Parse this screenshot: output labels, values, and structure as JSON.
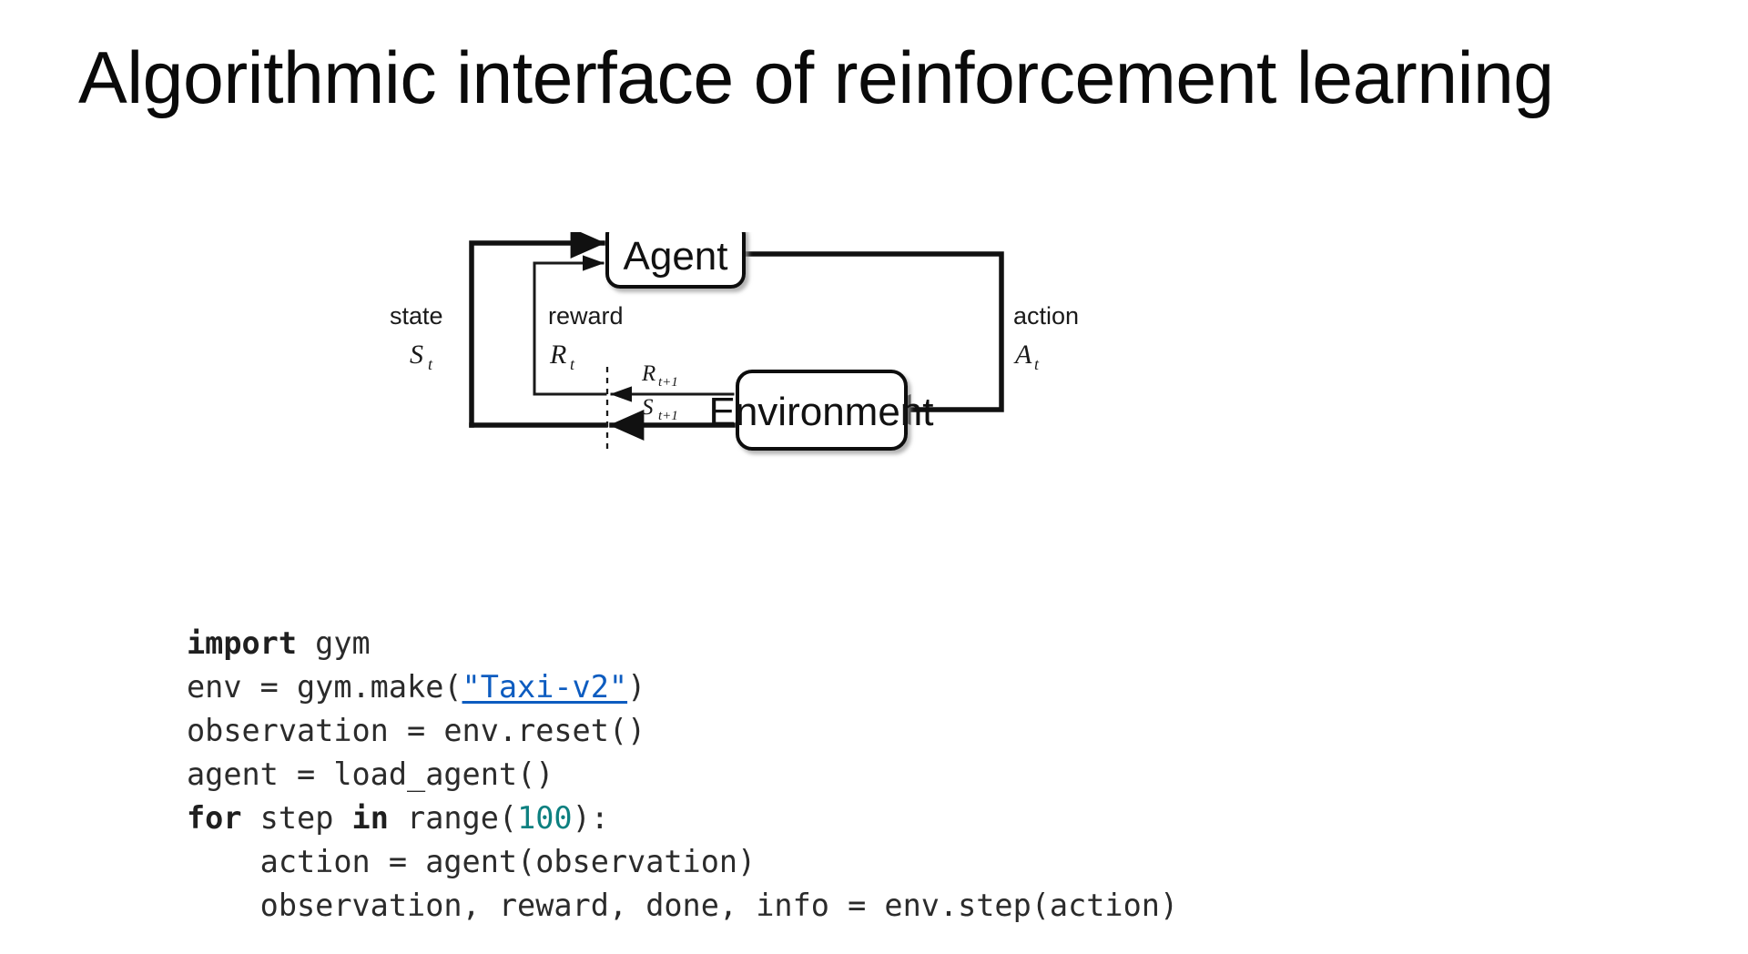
{
  "slide": {
    "title": "Algorithmic interface of reinforcement learning"
  },
  "diagram": {
    "name": "agent-environment-loop",
    "boxes": {
      "agent": "Agent",
      "environment": "Environment"
    },
    "labels": {
      "state_word": "state",
      "state_symbol": "S",
      "state_subscript": "t",
      "reward_word": "reward",
      "reward_symbol": "R",
      "reward_subscript": "t",
      "action_word": "action",
      "action_symbol": "A",
      "action_subscript": "t",
      "reward_next_symbol": "R",
      "reward_next_subscript": "t+1",
      "state_next_symbol": "S",
      "state_next_subscript": "t+1"
    }
  },
  "code": {
    "language": "python",
    "lines": [
      {
        "id": "line-1",
        "tokens": [
          {
            "text": "import",
            "style": "kw"
          },
          {
            "text": " gym",
            "style": "plain"
          }
        ]
      },
      {
        "id": "line-2",
        "tokens": [
          {
            "text": "env = gym.make(",
            "style": "plain"
          },
          {
            "text": "\"Taxi-v2\"",
            "style": "str-link"
          },
          {
            "text": ")",
            "style": "plain"
          }
        ]
      },
      {
        "id": "line-3",
        "tokens": [
          {
            "text": "observation = env.reset()",
            "style": "plain"
          }
        ]
      },
      {
        "id": "line-4",
        "tokens": [
          {
            "text": "agent = load_agent()",
            "style": "plain"
          }
        ]
      },
      {
        "id": "line-5",
        "tokens": [
          {
            "text": "for",
            "style": "kw"
          },
          {
            "text": " step ",
            "style": "plain"
          },
          {
            "text": "in",
            "style": "kw"
          },
          {
            "text": " range(",
            "style": "plain"
          },
          {
            "text": "100",
            "style": "num"
          },
          {
            "text": "):",
            "style": "plain"
          }
        ]
      },
      {
        "id": "line-6",
        "tokens": [
          {
            "text": "    action = agent(observation)",
            "style": "plain"
          }
        ]
      },
      {
        "id": "line-7",
        "tokens": [
          {
            "text": "    observation, reward, done, info = env.step(action)",
            "style": "plain"
          }
        ]
      }
    ]
  },
  "colors": {
    "background": "#ffffff",
    "text": "#0a0a0a",
    "code_text": "#2b2b2b",
    "link_blue": "#0d5cc0",
    "number_teal": "#0d8080",
    "stroke": "#111111"
  }
}
